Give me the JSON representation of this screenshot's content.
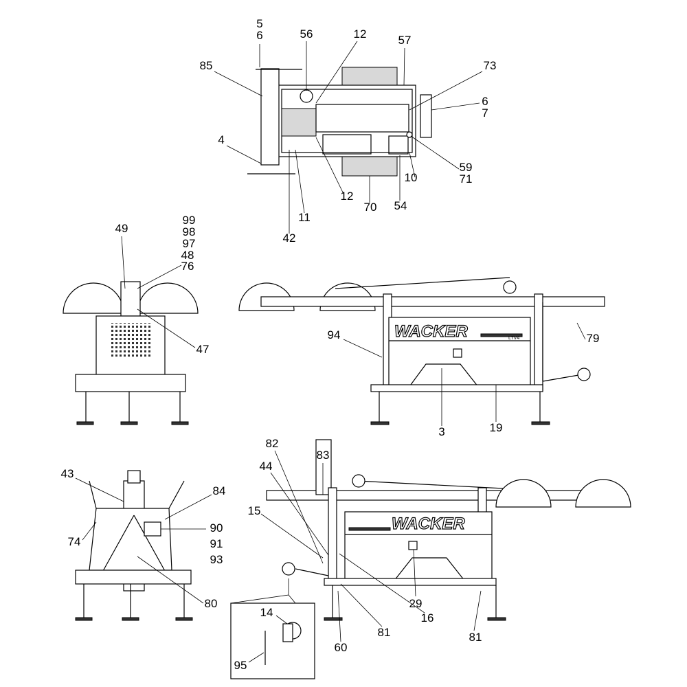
{
  "title": "Light tower assembly exploded parts diagram",
  "brand_text": "WACKER",
  "model_text": "LTV4",
  "callouts": {
    "top_view": [
      "5",
      "6",
      "56",
      "12",
      "57",
      "85",
      "73",
      "6",
      "7",
      "4",
      "59",
      "71",
      "10",
      "12",
      "70",
      "54",
      "11",
      "42"
    ],
    "front_view": [
      "99",
      "98",
      "97",
      "48",
      "76",
      "49",
      "47"
    ],
    "side_view": [
      "94",
      "79",
      "3",
      "19"
    ],
    "rear_view": [
      "43",
      "84",
      "74",
      "90",
      "91",
      "93",
      "80"
    ],
    "side_view_2": [
      "82",
      "83",
      "44",
      "15",
      "29",
      "14",
      "16",
      "81",
      "81",
      "60",
      "95"
    ]
  }
}
